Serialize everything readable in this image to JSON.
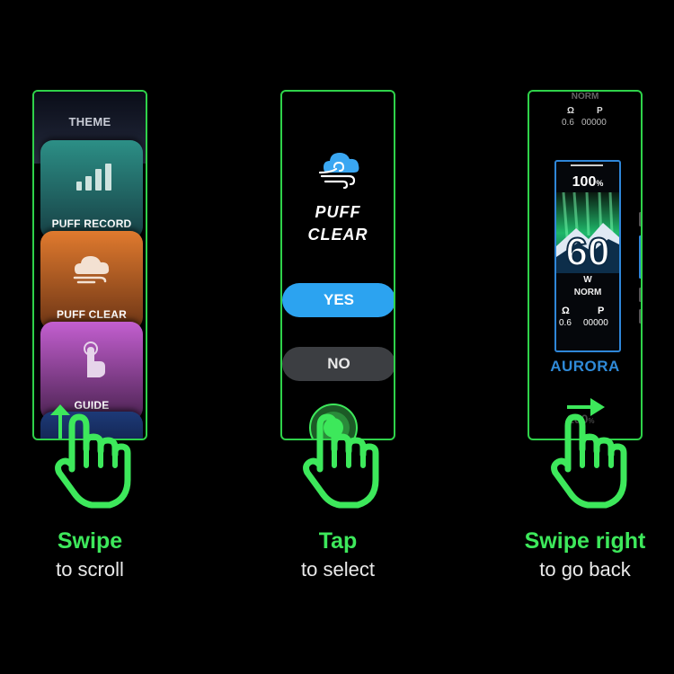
{
  "panel_left": {
    "theme_label": "THEME",
    "cards": [
      {
        "label": "PUFF RECORD",
        "icon": "signal-bars-icon"
      },
      {
        "label": "PUFF CLEAR",
        "icon": "cloud-wind-icon"
      },
      {
        "label": "GUIDE",
        "icon": "tap-hand-icon"
      }
    ]
  },
  "panel_middle": {
    "title_line1": "PUFF",
    "title_line2": "CLEAR",
    "yes_label": "YES",
    "no_label": "NO",
    "icon": "cloud-wind-icon"
  },
  "panel_right": {
    "top_mode": "NORM",
    "top_ohm_symbol": "Ω",
    "top_p_symbol": "P",
    "top_ohm_value": "0.6",
    "top_p_value": "00000",
    "screen": {
      "battery": "100",
      "battery_unit": "%",
      "wattage": "60",
      "wattage_unit": "W",
      "mode": "NORM",
      "ohm_symbol": "Ω",
      "p_symbol": "P",
      "ohm_value": "0.6",
      "p_value": "00000"
    },
    "theme_name": "AURORA",
    "bottom_battery": "100",
    "bottom_battery_unit": "%"
  },
  "captions": [
    {
      "title": "Swipe",
      "subtitle": "to scroll"
    },
    {
      "title": "Tap",
      "subtitle": "to select"
    },
    {
      "title": "Swipe right",
      "subtitle": "to go back"
    }
  ],
  "colors": {
    "accent_green": "#3de85b",
    "panel_border": "#2fd24a",
    "yes_blue": "#2ca3f0",
    "aurora_blue": "#2f8ad8"
  }
}
